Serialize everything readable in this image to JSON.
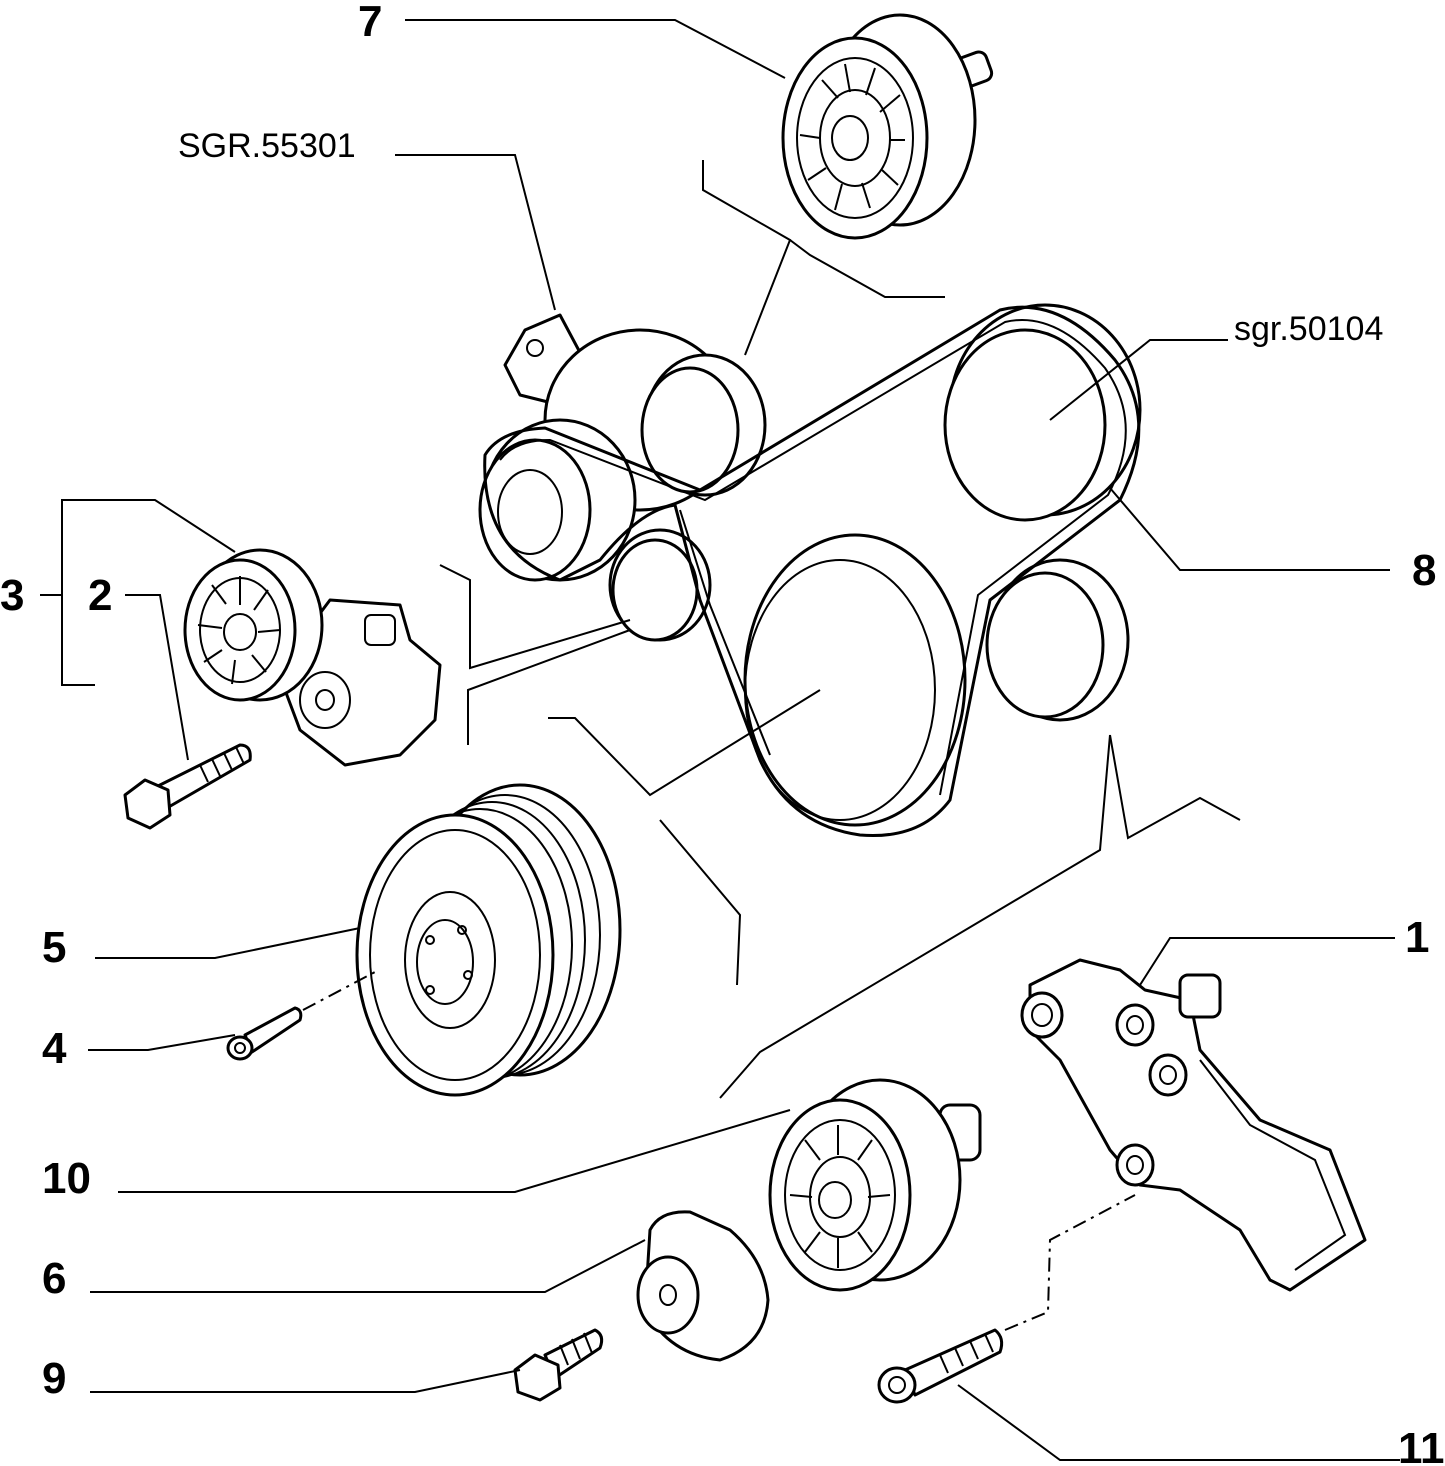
{
  "callouts": {
    "c1": "1",
    "c2": "2",
    "c3": "3",
    "c4": "4",
    "c5": "5",
    "c6": "6",
    "c7": "7",
    "c8": "8",
    "c9": "9",
    "c10": "10",
    "c11": "11"
  },
  "references": {
    "upper": "SGR.55301",
    "right": "sgr.50104"
  }
}
